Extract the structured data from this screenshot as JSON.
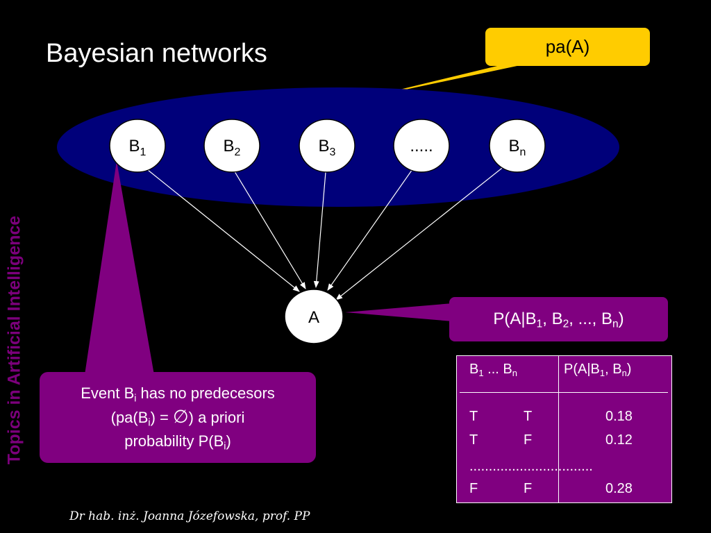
{
  "title": "Bayesian networks",
  "side_label": "Topics in Artificial Intelligence",
  "parents": [
    {
      "base": "B",
      "sub": "1"
    },
    {
      "base": "B",
      "sub": "2"
    },
    {
      "base": "B",
      "sub": "3"
    },
    {
      "base": ".....",
      "sub": ""
    },
    {
      "base": "B",
      "sub": "n"
    }
  ],
  "child": "A",
  "callout_parents": "pa(A)",
  "callout_conditional": {
    "p1": "P(A|B",
    "s1": "1",
    "p2": ", B",
    "s2": "2",
    "p3": ", ..., B",
    "s3": "n",
    "p4": ")"
  },
  "callout_event": {
    "l1a": "Event B",
    "l1s": "i",
    "l1b": " has no predecesors",
    "l2a": "(pa(B",
    "l2s": "i",
    "l2b": ") = ",
    "l2sym": "∅",
    "l2c": ")  a priori",
    "l3a": "probability P(B",
    "l3s": "i",
    "l3b": ")"
  },
  "cpt": {
    "h1a": "B",
    "h1s": "1",
    "h1b": " ...  B",
    "h1s2": "n",
    "h2a": "P(A|B",
    "h2s": "1",
    "h2b": ", B",
    "h2s2": "n",
    "h2c": ")",
    "rows": [
      {
        "c1": "T",
        "c2": "T",
        "p": "0.18"
      },
      {
        "c1": "T",
        "c2": "F",
        "p": "0.12"
      },
      {
        "c1": "F",
        "c2": "F",
        "p": "0.28"
      }
    ],
    "ellipsis": "................................"
  },
  "footer": "Dr hab. inż. Joanna Józefowska, prof. PP",
  "colors": {
    "background": "#000000",
    "ellipse": "#00007a",
    "yellow_callout": "#ffcc00",
    "purple": "#800080",
    "node_fill": "#ffffff",
    "side_label": "#7b007b"
  }
}
